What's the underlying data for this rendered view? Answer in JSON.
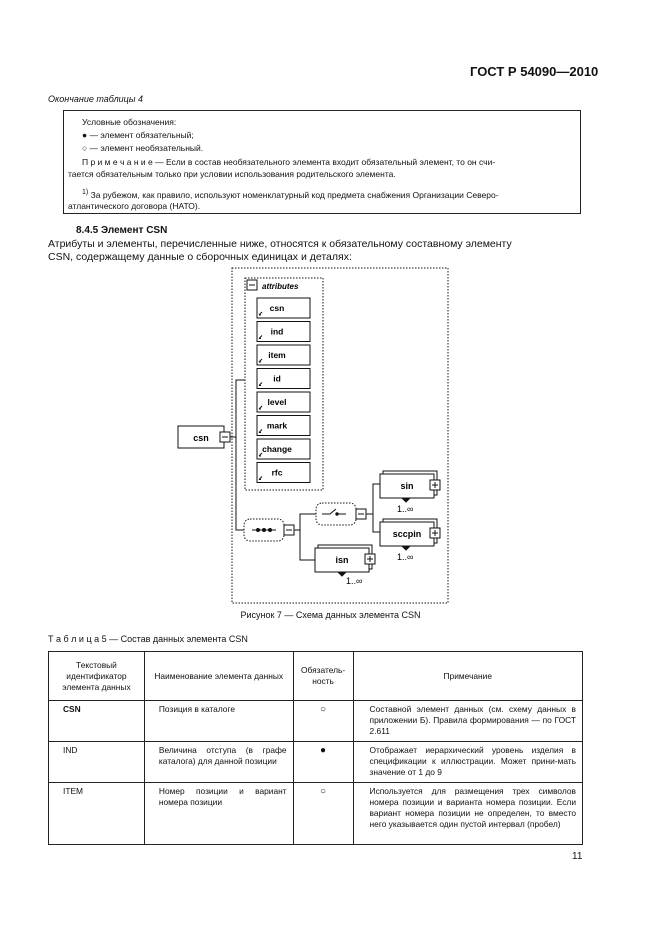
{
  "header": {
    "standard": "ГОСТ Р 54090—2010"
  },
  "continuation": "Окончание таблицы 4",
  "legend": {
    "title": "Условные обозначения:",
    "mandatory": "— элемент обязательный;",
    "optional": "— элемент необязательный.",
    "note_line1": "П р и м е ч а н и е —  Если в состав необязательного элемента входит обязательный элемент, то он счи-",
    "note_line2": "тается обязательным только при условии использования родительского элемента.",
    "footnote_mark": "1)",
    "footnote_line1": "За рубежом, как правило, используют номенклатурный код предмета снабжения Организации Северо-",
    "footnote_line2": "атлантического договора (НАТО)."
  },
  "section": {
    "heading": "8.4.5  Элемент CSN",
    "intro_line1": "Атрибуты и элементы, перечисленные ниже, относятся к обязательному составному элементу",
    "intro_line2": "CSN, содержащему данные о сборочных единицах и деталях:"
  },
  "diagram": {
    "root": "csn",
    "attributes_label": "attributes",
    "attributes": [
      "csn",
      "ind",
      "item",
      "id",
      "level",
      "mark",
      "change",
      "rfc"
    ],
    "children": [
      "sin",
      "sccpin",
      "isn"
    ],
    "cardinality": "1..∞"
  },
  "figure_caption": "Рисунок 7 — Схема данных элемента CSN",
  "table": {
    "caption": "Т а б л и ц а  5 — Состав данных элемента CSN",
    "headers": [
      "Текстовый идентификатор элемента данных",
      "Наименование элемента данных",
      "Обязатель-ность",
      "Примечание"
    ],
    "rows": [
      {
        "id": "CSN",
        "name": "Позиция в каталоге",
        "req": "○",
        "note": "Составной элемент данных (см. схему данных в приложении Б). Правила формирования — по ГОСТ 2.611"
      },
      {
        "id": "IND",
        "name": "Величина отступа (в графе каталога) для данной позиции",
        "req": "●",
        "note": "Отображает иерархический уровень изделия в спецификации к иллюстрации. Может прини-мать значение от 1 до 9"
      },
      {
        "id": "ITEM",
        "name": "Номер позиции и вариант номера позиции",
        "req": "○",
        "note": "Используется для размещения трех символов номера позиции и варианта номера позиции. Если вариант номера позиции не определен, то вместо него указывается один пустой интервал (пробел)"
      }
    ]
  },
  "page_number": "11"
}
